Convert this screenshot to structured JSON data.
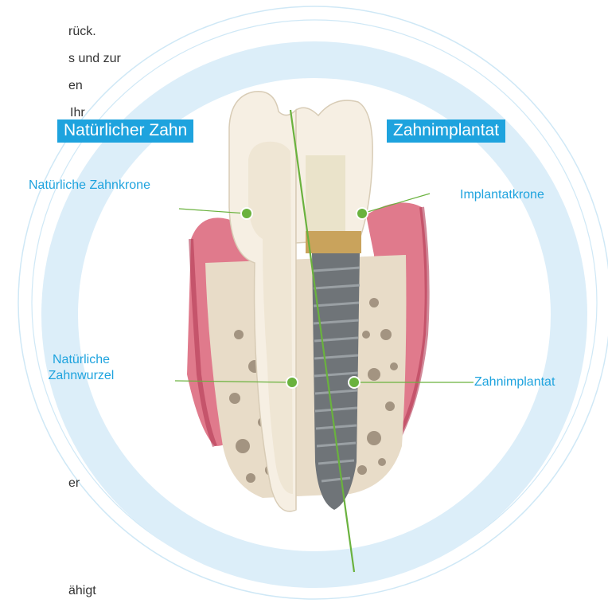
{
  "background_text": {
    "line1": "rück.",
    "line2": "s und zur",
    "line3": "en",
    "line4": "Ihr",
    "line5": "er",
    "line6": "ähigt"
  },
  "headers": {
    "left": "Natürlicher Zahn",
    "right": "Zahnimplantat"
  },
  "callouts": {
    "natural_crown": "Natürliche Zahnkrone",
    "implant_crown": "Implantatkrone",
    "natural_root_line1": "Natürliche",
    "natural_root_line2": "Zahnwurzel",
    "implant": "Zahnimplantat"
  },
  "colors": {
    "accent_blue": "#1ea3de",
    "ring_blue": "#d4ecf8",
    "divider_green": "#6ab23e",
    "gum_pink": "#e07a8c",
    "bone": "#e8dcc8"
  }
}
